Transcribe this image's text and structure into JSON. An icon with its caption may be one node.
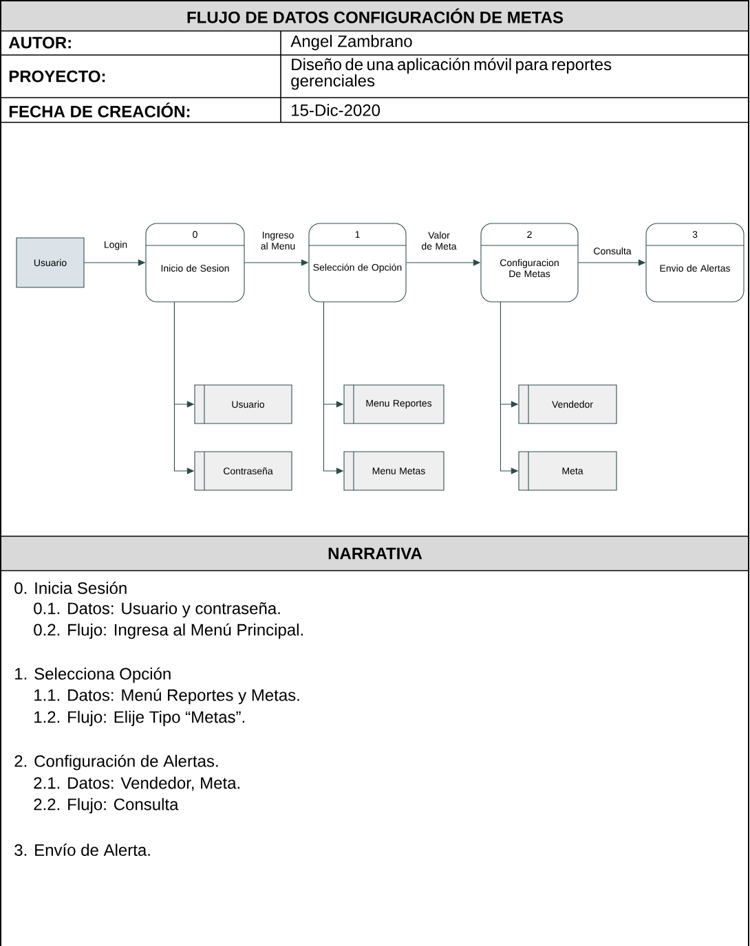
{
  "diagram": {
    "title": "FLUJO DE DATOS CONFIGURACIÓN DE METAS",
    "nodes": [
      {
        "text": [
          "Usuario"
        ]
      },
      {
        "text": [
          "0",
          "Inicio de Sesion"
        ]
      },
      {
        "text": [
          "1",
          "Selección de Opción"
        ]
      },
      {
        "text": [
          "2",
          "Configuracion De Metas"
        ]
      },
      {
        "text": [
          "3",
          "Envio de Alertas"
        ]
      },
      {
        "text": [
          "Usuario"
        ]
      },
      {
        "text": [
          "Contraseña"
        ]
      },
      {
        "text": [
          "Menu Reportes"
        ]
      },
      {
        "text": [
          "Menu Metas"
        ]
      },
      {
        "text": [
          "Vendedor"
        ]
      },
      {
        "text": [
          "Meta"
        ]
      }
    ],
    "edges": [
      {
        "from": 0,
        "to": 1,
        "arrow": "to",
        "label": "Login"
      },
      {
        "from": 1,
        "to": 2,
        "arrow": "to",
        "label": "Ingreso al Menu"
      },
      {
        "from": 2,
        "to": 3,
        "arrow": "to",
        "label": "Valor de Meta"
      },
      {
        "from": 3,
        "to": 4,
        "arrow": "to",
        "label": "Consulta"
      },
      {
        "from": 1,
        "to": 5,
        "arrow": "to"
      },
      {
        "from": 1,
        "to": 6,
        "arrow": "to"
      },
      {
        "from": 2,
        "to": 7,
        "arrow": "to"
      },
      {
        "from": 2,
        "to": 8,
        "arrow": "to"
      },
      {
        "from": 3,
        "to": 9,
        "arrow": "to"
      },
      {
        "from": 3,
        "to": 10,
        "arrow": "to"
      }
    ],
    "labels": [
      "AUTOR:",
      "Angel Zambrano",
      "PROYECTO:",
      "Diseño de una aplicación móvil para reportes gerenciales",
      "FECHA DE CREACIÓN:",
      "15-Dic-2020",
      "NARRATIVA",
      "0. Inicia Sesión",
      "0.1. Datos: Usuario y contraseña.",
      "0.2. Flujo: Ingresa al Menú Principal.",
      "1. Selecciona Opción",
      "1.1. Datos: Menú Reportes y Metas.",
      "1.2. Flujo: Elije Tipo “Metas”.",
      "2. Configuración de Alertas.",
      "2.1. Datos: Vendedor, Meta.",
      "2.2. Flujo: Consulta",
      "3. Envío de Alerta."
    ]
  }
}
